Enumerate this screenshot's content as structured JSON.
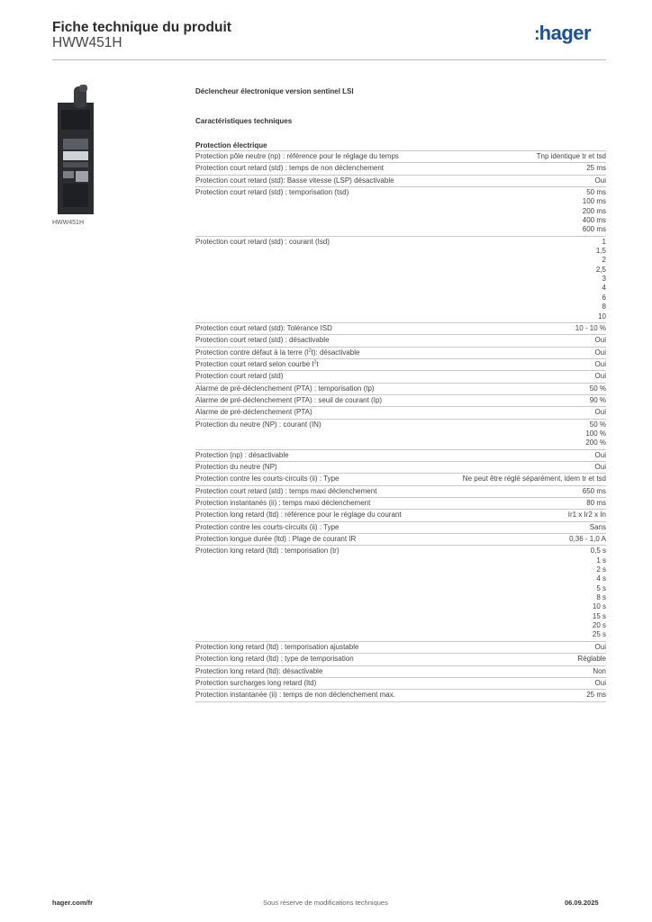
{
  "header": {
    "title": "Fiche technique du produit",
    "reference": "HWW451H",
    "logo_text": "hager"
  },
  "product": {
    "image_caption": "HWW451H",
    "device_title": "Déclencheur électronique version sentinel LSI"
  },
  "sections": {
    "tech_title": "Caractéristiques techniques",
    "category_title": "Protection électrique"
  },
  "rows": [
    {
      "label": "Protection pôle neutre (np) : référence pour le réglage du temps",
      "values": [
        "Tnp identique tr et tsd"
      ]
    },
    {
      "label": "Protection court retard (std) : temps de non déclenchement",
      "values": [
        "25 ms"
      ]
    },
    {
      "label": "Protection court retard (std): Basse vitesse (LSP) désactivable",
      "values": [
        "Oui"
      ]
    },
    {
      "label": "Protection court retard (std) : temporisation (tsd)",
      "values": [
        "50 ms",
        "100 ms",
        "200 ms",
        "400 ms",
        "600 ms"
      ]
    },
    {
      "label": "Protection court retard (std) : courant (Isd)",
      "values": [
        "1",
        "1,5",
        "2",
        "2,5",
        "3",
        "4",
        "6",
        "8",
        "10"
      ]
    },
    {
      "label": "Protection court retard (std): Tolérance ISD",
      "values": [
        "10 - 10 %"
      ]
    },
    {
      "label": "Protection court retard (std) : désactivable",
      "values": [
        "Oui"
      ]
    },
    {
      "label": "Protection contre défaut à la terre (I²t): désactivable",
      "values": [
        "Oui"
      ]
    },
    {
      "label": "Protection court retard selon courbe I²t",
      "values": [
        "Oui"
      ]
    },
    {
      "label": "Protection court retard (std)",
      "values": [
        "Oui"
      ]
    },
    {
      "label": "Alarme de pré-déclenchement (PTA) : temporisation (tp)",
      "values": [
        "50 %"
      ]
    },
    {
      "label": "Alarme de pré-déclenchement (PTA) : seuil de courant (Ip)",
      "values": [
        "90 %"
      ]
    },
    {
      "label": "Alarme de pré-déclenchement (PTA)",
      "values": [
        "Oui"
      ]
    },
    {
      "label": "Protection du neutre (NP) : courant (IN)",
      "values": [
        "50 %",
        "100 %",
        "200 %"
      ]
    },
    {
      "label": "Protection (np) : désactivable",
      "values": [
        "Oui"
      ]
    },
    {
      "label": "Protection du neutre (NP)",
      "values": [
        "Oui"
      ]
    },
    {
      "label": "Protection contre les courts-circuits (ii) : Type",
      "values": [
        "Ne peut être réglé séparément, idem tr et tsd"
      ]
    },
    {
      "label": "Protection court retard (std) : temps maxi déclenchement",
      "values": [
        "650 ms"
      ]
    },
    {
      "label": "Protection instantanés (ii) : temps maxi déclenchement",
      "values": [
        "80 ms"
      ]
    },
    {
      "label": "Protection long retard (ltd) : référence pour le réglage du courant",
      "values": [
        "Ir1 x Ir2 x In"
      ]
    },
    {
      "label": "Protection contre les courts-circuits (ii) : Type",
      "values": [
        "Sans"
      ]
    },
    {
      "label": "Protection longue durée (ltd) : Plage de courant IR",
      "values": [
        "0,36 - 1,0 A"
      ]
    },
    {
      "label": "Protection long retard (ltd) : temporisation (tr)",
      "values": [
        "0,5 s",
        "1 s",
        "2 s",
        "4 s",
        "5 s",
        "8 s",
        "10 s",
        "15 s",
        "20 s",
        "25 s"
      ]
    },
    {
      "label": "Protection long retard (ltd) : temporisation ajustable",
      "values": [
        "Oui"
      ]
    },
    {
      "label": "Protection long retard (ltd) : type de temporisation",
      "values": [
        "Réglable"
      ]
    },
    {
      "label": "Protection long retard (ltd): désactivable",
      "values": [
        "Non"
      ]
    },
    {
      "label": "Protection surcharges long retard (ltd)",
      "values": [
        "Oui"
      ]
    },
    {
      "label": "Protection instantanée (ii) : temps de non déclenchement max.",
      "values": [
        "25 ms"
      ]
    }
  ],
  "footer": {
    "website": "hager.com/fr",
    "disclaimer": "Sous réserve de modifications techniques",
    "date": "06.09.2025"
  }
}
